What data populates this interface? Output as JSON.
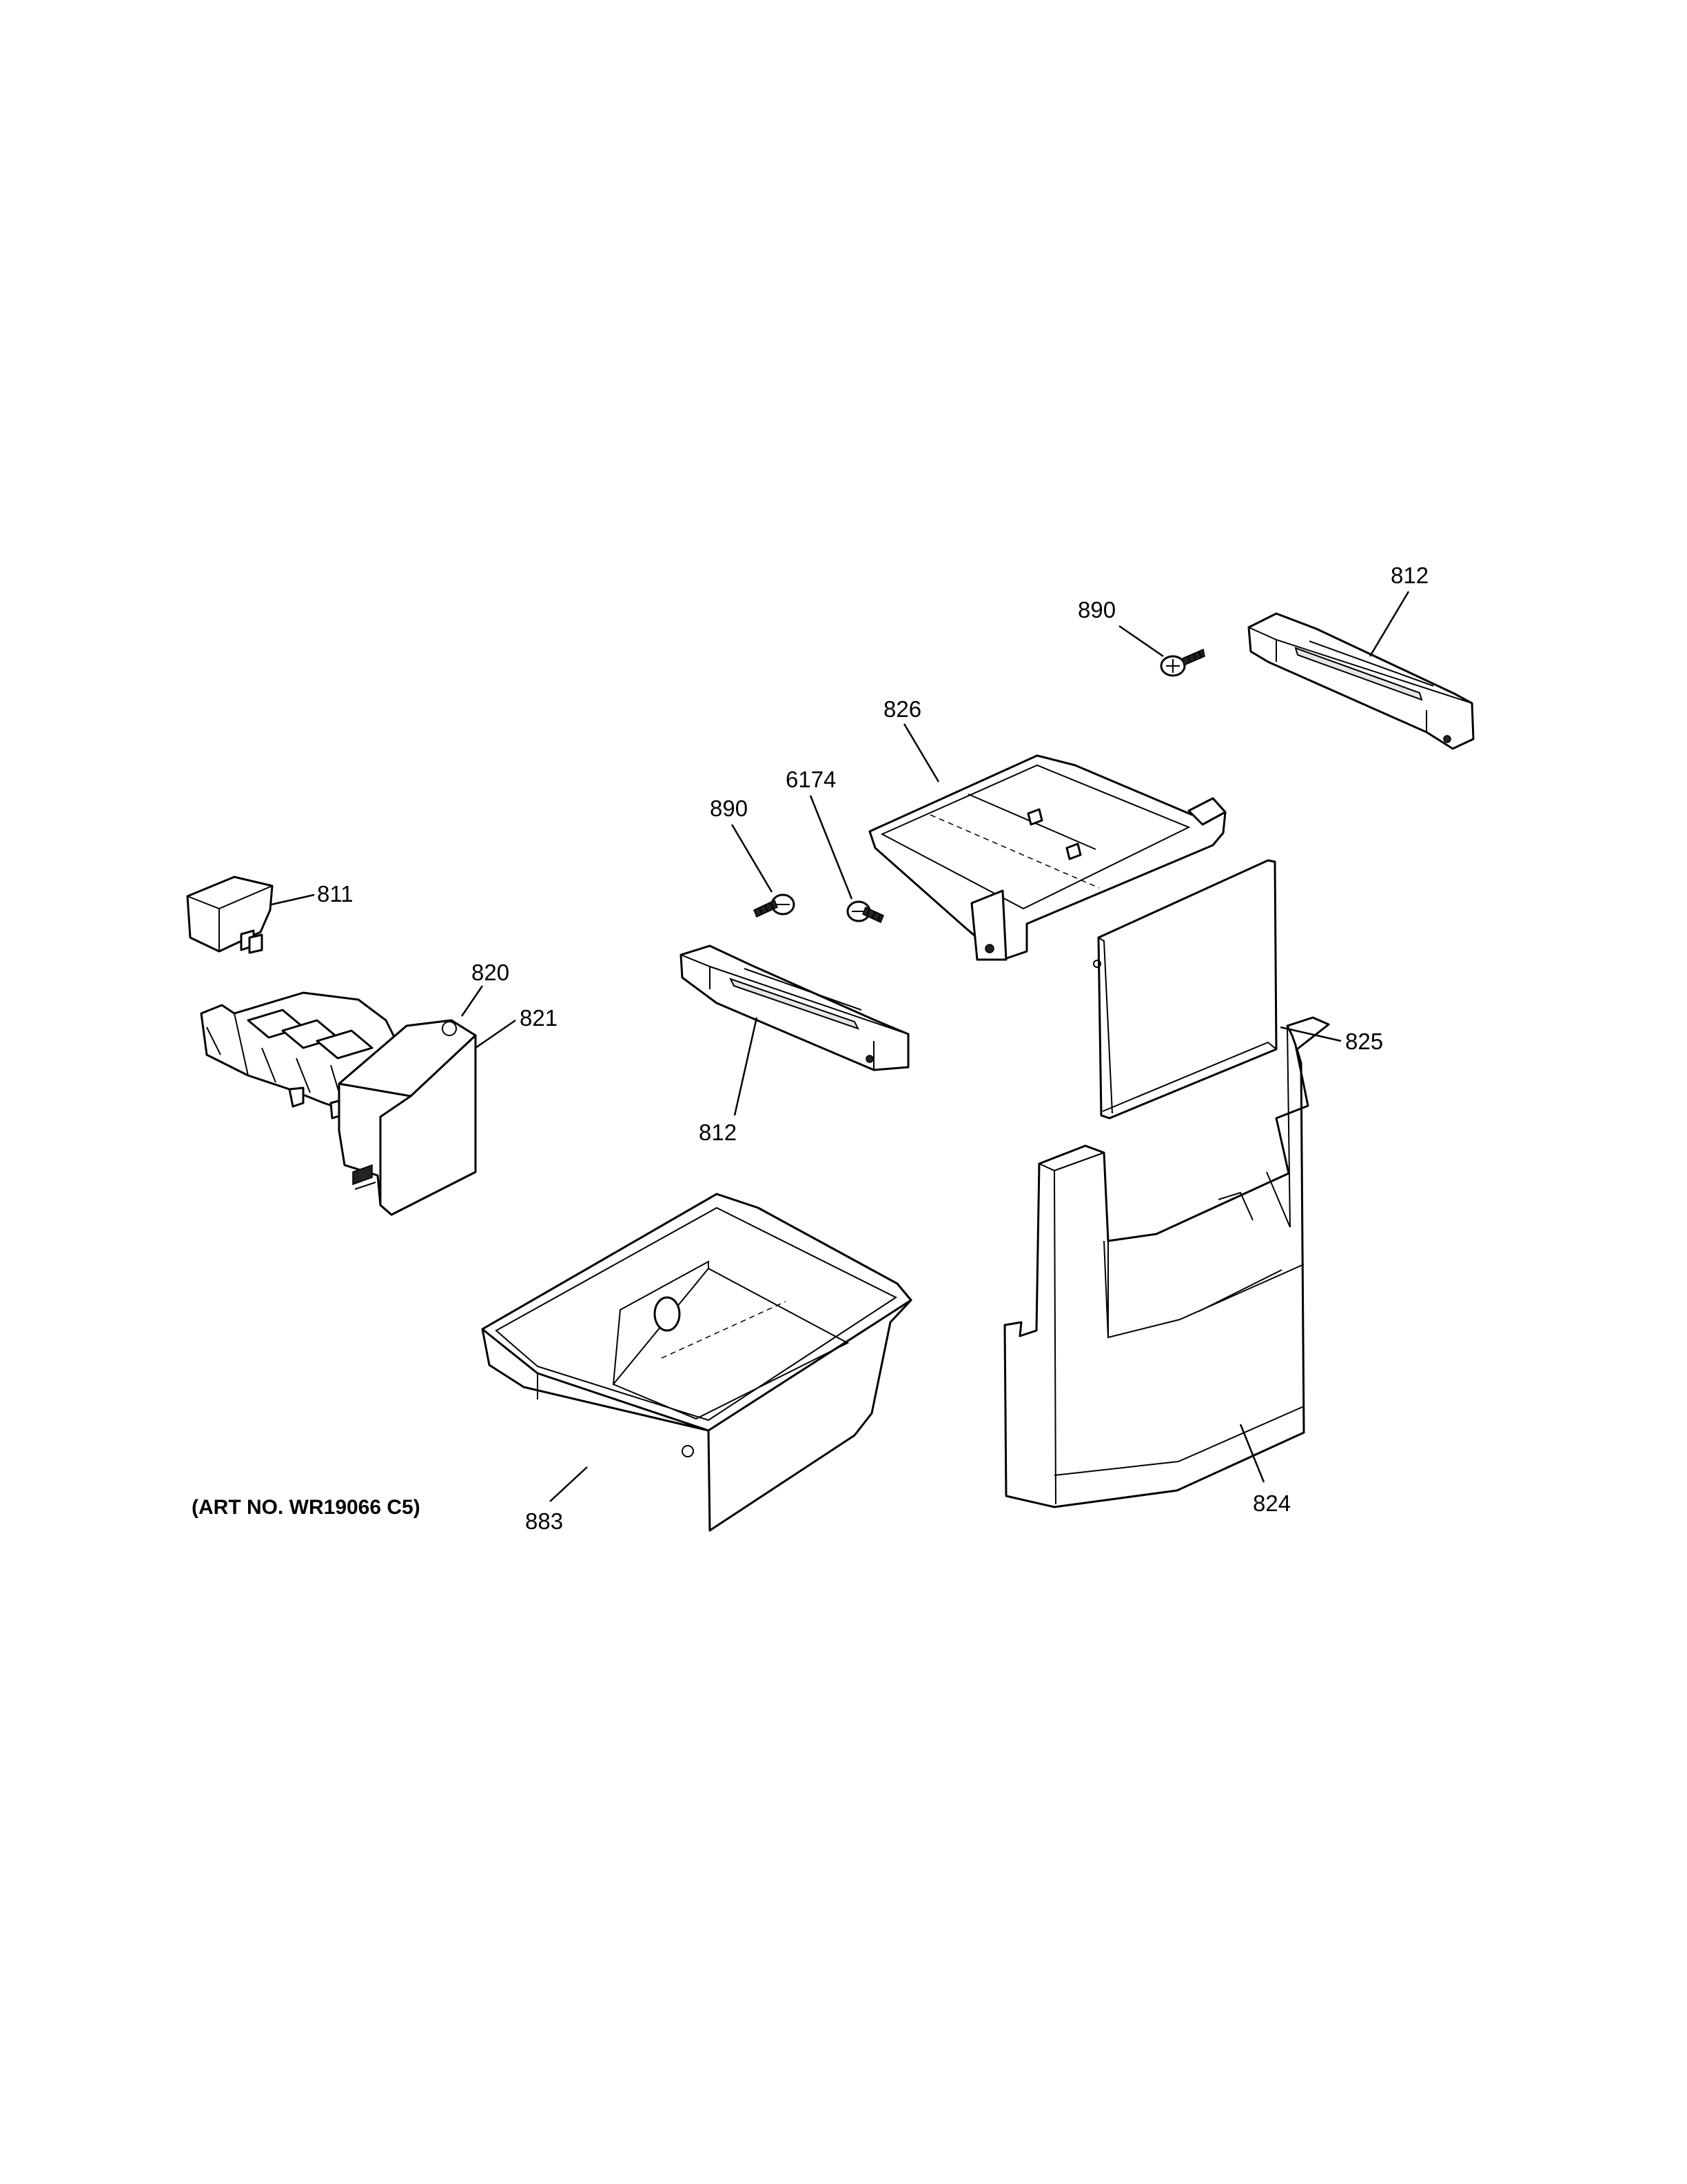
{
  "art_number": "(ART NO. WR19066 C5)",
  "callouts": [
    {
      "id": "c890a",
      "text": "890"
    },
    {
      "id": "c812a",
      "text": "812"
    },
    {
      "id": "c826",
      "text": "826"
    },
    {
      "id": "c890b",
      "text": "890"
    },
    {
      "id": "c6174",
      "text": "6174"
    },
    {
      "id": "c811",
      "text": "811"
    },
    {
      "id": "c820",
      "text": "820"
    },
    {
      "id": "c821",
      "text": "821"
    },
    {
      "id": "c812b",
      "text": "812"
    },
    {
      "id": "c825",
      "text": "825"
    },
    {
      "id": "c883",
      "text": "883"
    },
    {
      "id": "c824",
      "text": "824"
    }
  ]
}
